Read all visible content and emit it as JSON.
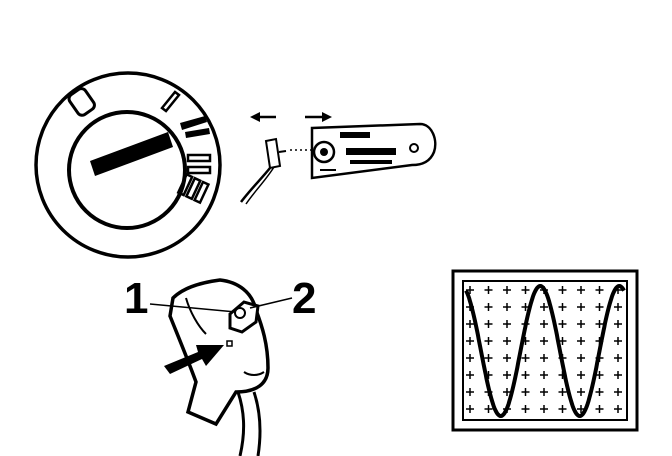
{
  "diagram": {
    "callouts": [
      {
        "label": "1"
      },
      {
        "label": "2"
      }
    ],
    "switch": {
      "positions": [
        "0",
        "I",
        "II",
        "III"
      ],
      "pointer": "dial-pointer"
    },
    "connector": {
      "arrows": [
        "arrow-left-icon",
        "arrow-right-icon"
      ]
    },
    "oscilloscope": {
      "signal": "sine-wave",
      "grid": true
    },
    "colors": {
      "ink": "#000000",
      "paper": "#ffffff"
    }
  }
}
